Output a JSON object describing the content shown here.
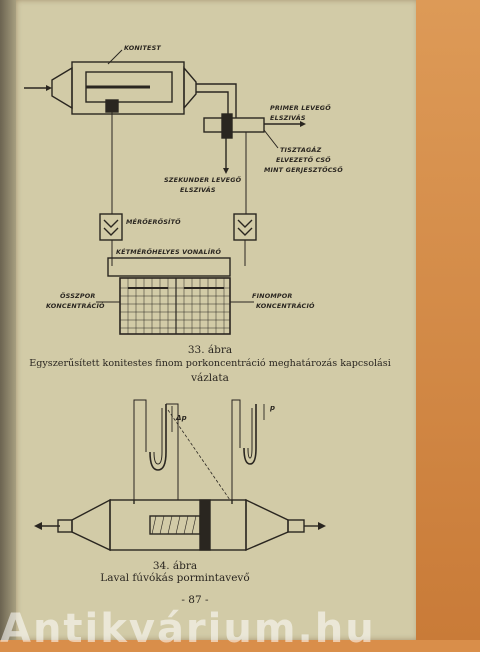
{
  "figure33": {
    "labels": {
      "konitest": "KONITEST",
      "primer1": "PRIMER LEVEGŐ",
      "primer2": "ELSZIVÁS",
      "tiszta1": "TISZTAGÁZ",
      "tiszta2": "ELVEZETŐ CSŐ",
      "tiszta3": "MINT GERJESZTŐCSŐ",
      "szek1": "SZEKUNDER LEVEGŐ",
      "szek2": "ELSZIVÁS",
      "mero": "MÉRŐERŐSÍTŐ",
      "vonal": "KÉTMÉRŐHELYES VONALÍRÓ",
      "ossz1": "ÖSSZPOR",
      "ossz2": "KONCENTRÁCIÓ",
      "finom1": "FINOMPOR",
      "finom2": "KONCENTRÁCIÓ"
    },
    "caption_num": "33. ábra",
    "caption_line1": "Egyszerűsített konitestes finom porkoncentráció meghatározás kapcsolási",
    "caption_line2": "vázlata"
  },
  "figure34": {
    "labels": {
      "dp": "Δp",
      "p": "p"
    },
    "caption_num": "34. ábra",
    "caption_line1": "Laval fúvókás pormintavevő"
  },
  "page_number": "- 87 -",
  "watermark": "Antikvárium.hu"
}
